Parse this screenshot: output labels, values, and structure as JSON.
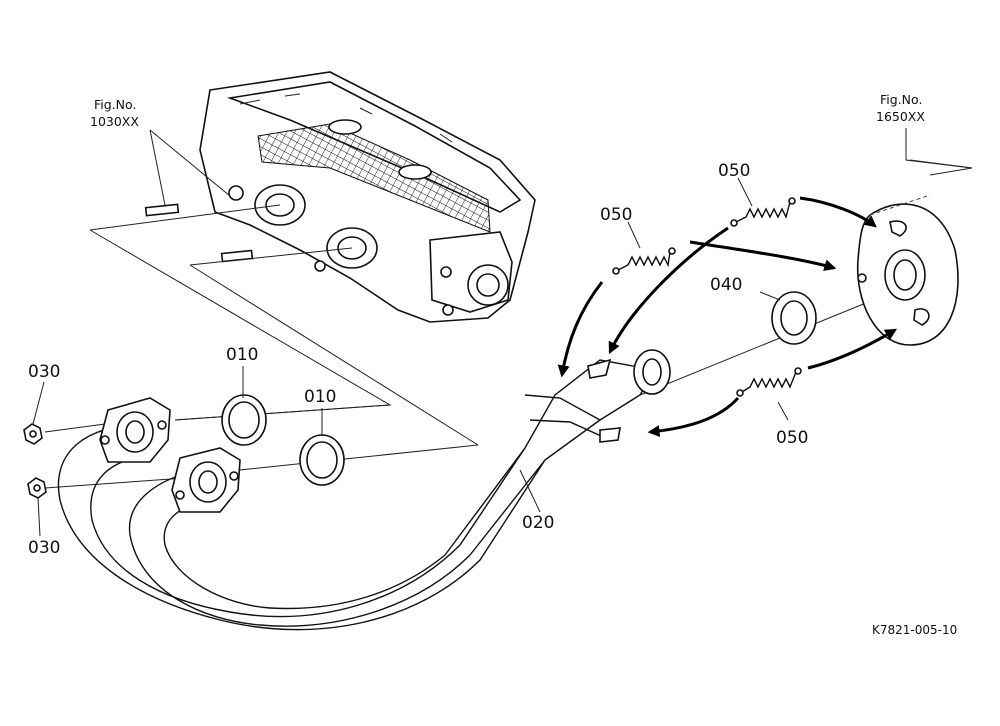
{
  "labels": {
    "fig_ref_left": {
      "line1": "Fig.No.",
      "line2": "1030XX"
    },
    "fig_ref_right": {
      "line1": "Fig.No.",
      "line2": "1650XX"
    },
    "gasket_upper": "010",
    "gasket_lower": "010",
    "nut_upper": "030",
    "nut_lower": "030",
    "exhaust_pipe": "020",
    "muffler_gasket": "040",
    "spring_top_left": "050",
    "spring_top_right": "050",
    "spring_bottom": "050",
    "drawing_code": "K7821-005-10"
  },
  "colors": {
    "line": "#111111",
    "background": "#ffffff"
  }
}
